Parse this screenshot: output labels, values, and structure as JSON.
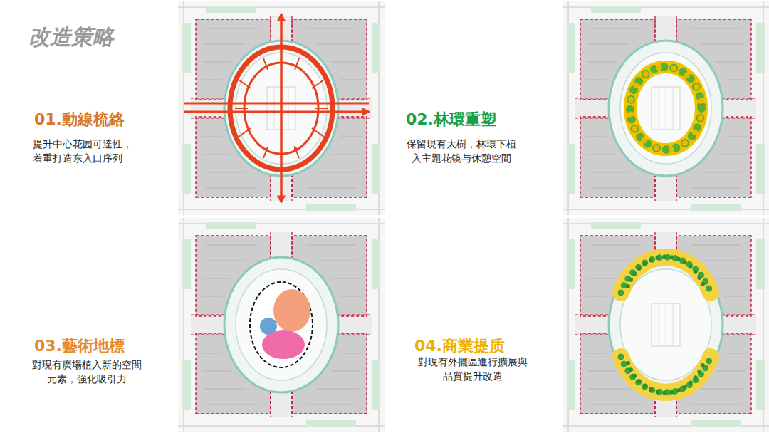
{
  "diagram": {
    "title": "改造策略",
    "labels": [
      "01.動線梳絡",
      "提升中心花园可達性， 着重打造东入口序列",
      "02.林環重塑",
      "保留現有大樹，林環下植 入主題花镜与休憩空間",
      "03.藝術地標",
      "對現有廣場植入新的空間 元素，強化吸引力",
      "04.商業提质",
      "對現有外擺區進行擴展與 品質提升改造"
    ]
  }
}
